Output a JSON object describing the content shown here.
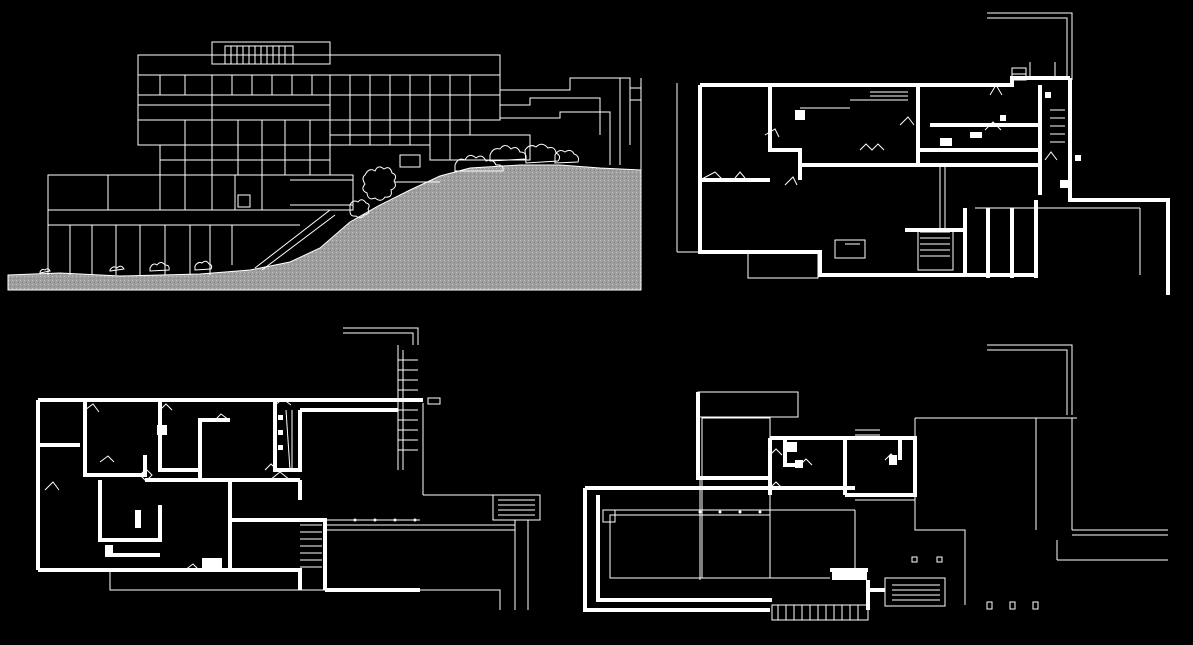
{
  "drawing": {
    "background_color": "#000000",
    "line_color": "#ffffff",
    "ground_fill_color": "#a6a6a6",
    "panels": [
      {
        "id": "elevation",
        "kind": "section-elevation"
      },
      {
        "id": "plan-upper",
        "kind": "floor-plan"
      },
      {
        "id": "plan-main",
        "kind": "floor-plan"
      },
      {
        "id": "plan-lower",
        "kind": "floor-plan"
      }
    ]
  }
}
